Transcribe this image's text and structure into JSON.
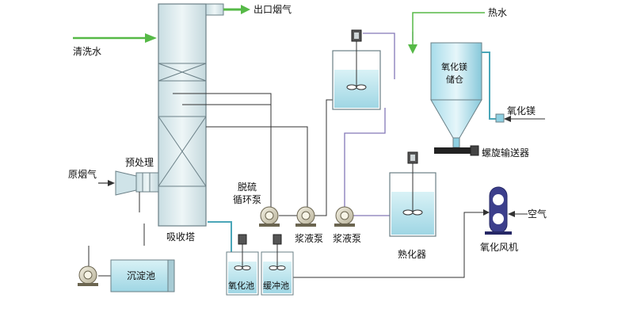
{
  "labels": {
    "outlet_flue_gas": "出口烟气",
    "wash_water": "清洗水",
    "hot_water": "热水",
    "mgo_storage_l1": "氧化镁",
    "mgo_storage_l2": "储仓",
    "mgo_feed": "氧化镁",
    "screw_conveyor": "螺旋输送器",
    "raw_flue_gas": "原烟气",
    "pretreatment": "预处理",
    "desulf_pump_l1": "脱硫",
    "desulf_pump_l2": "循环泵",
    "absorber": "吸收塔",
    "slurry_pump_1": "浆液泵",
    "slurry_pump_2": "浆液泵",
    "slaker": "熟化器",
    "air": "空气",
    "oxidation_fan": "氧化风机",
    "sedimentation_tank": "沉淀池",
    "oxidation_tank": "氧化池",
    "buffer_tank": "缓冲池"
  },
  "colors": {
    "tower_fill": "#dcecef",
    "tower_stroke": "#6a7f86",
    "arrow_green": "#56b947",
    "pipe_purple": "#8478b8",
    "pipe_dark": "#333333",
    "water": "#bfe6ee",
    "fan_blue": "#3c3f8c",
    "hopper": "#8fd0e2"
  }
}
